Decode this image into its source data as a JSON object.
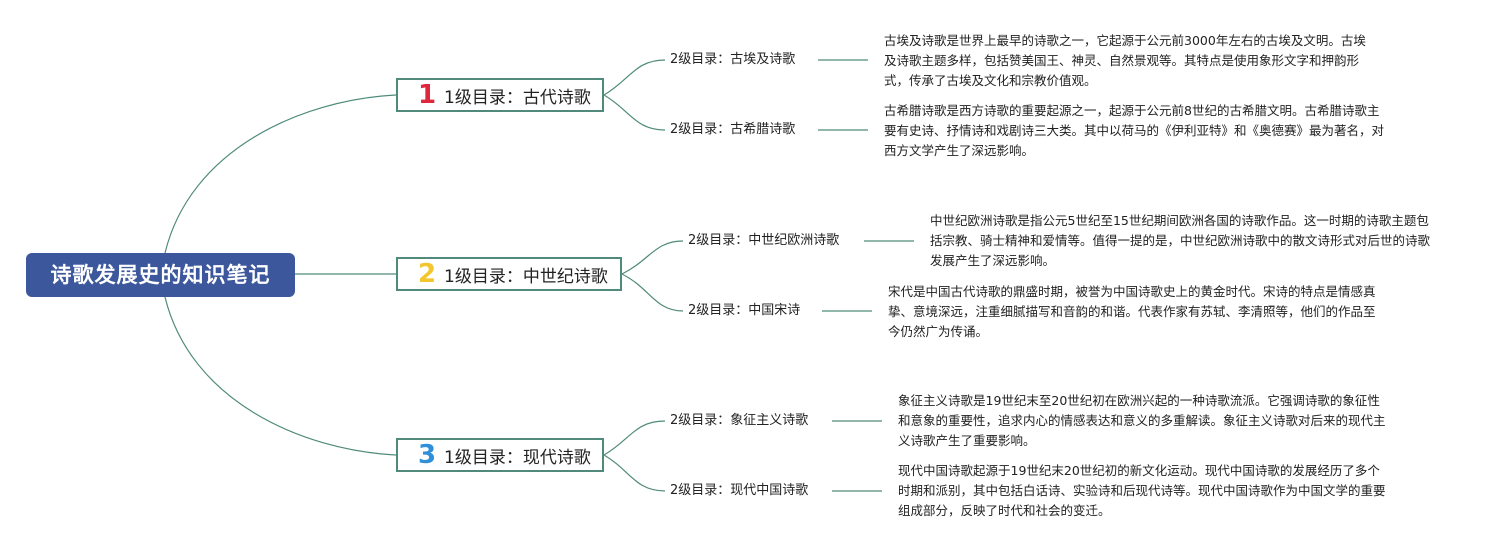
{
  "root": {
    "title": "诗歌发展史的知识笔记"
  },
  "colors": {
    "root_bg": "#3d579c",
    "line": "#4f8a7b",
    "num1": "#e0263c",
    "num2": "#f3c62e",
    "num3": "#2f8fd8"
  },
  "branches": [
    {
      "number": "1",
      "label": "1级目录：古代诗歌",
      "children": [
        {
          "label": "2级目录：古埃及诗歌",
          "note": "古埃及诗歌是世界上最早的诗歌之一，它起源于公元前3000年左右的古埃及文明。古埃及诗歌主题多样，包括赞美国王、神灵、自然景观等。其特点是使用象形文字和押韵形式，传承了古埃及文化和宗教价值观。"
        },
        {
          "label": "2级目录：古希腊诗歌",
          "note": "古希腊诗歌是西方诗歌的重要起源之一，起源于公元前8世纪的古希腊文明。古希腊诗歌主要有史诗、抒情诗和戏剧诗三大类。其中以荷马的《伊利亚特》和《奥德赛》最为著名，对西方文学产生了深远影响。"
        }
      ]
    },
    {
      "number": "2",
      "label": "1级目录：中世纪诗歌",
      "children": [
        {
          "label": "2级目录：中世纪欧洲诗歌",
          "note": "中世纪欧洲诗歌是指公元5世纪至15世纪期间欧洲各国的诗歌作品。这一时期的诗歌主题包括宗教、骑士精神和爱情等。值得一提的是，中世纪欧洲诗歌中的散文诗形式对后世的诗歌发展产生了深远影响。"
        },
        {
          "label": "2级目录：中国宋诗",
          "note": "宋代是中国古代诗歌的鼎盛时期，被誉为中国诗歌史上的黄金时代。宋诗的特点是情感真挚、意境深远，注重细腻描写和音韵的和谐。代表作家有苏轼、李清照等，他们的作品至今仍然广为传诵。"
        }
      ]
    },
    {
      "number": "3",
      "label": "1级目录：现代诗歌",
      "children": [
        {
          "label": "2级目录：象征主义诗歌",
          "note": "象征主义诗歌是19世纪末至20世纪初在欧洲兴起的一种诗歌流派。它强调诗歌的象征性和意象的重要性，追求内心的情感表达和意义的多重解读。象征主义诗歌对后来的现代主义诗歌产生了重要影响。"
        },
        {
          "label": "2级目录：现代中国诗歌",
          "note": "现代中国诗歌起源于19世纪末20世纪初的新文化运动。现代中国诗歌的发展经历了多个时期和派别，其中包括白话诗、实验诗和后现代诗等。现代中国诗歌作为中国文学的重要组成部分，反映了时代和社会的变迁。"
        }
      ]
    }
  ]
}
